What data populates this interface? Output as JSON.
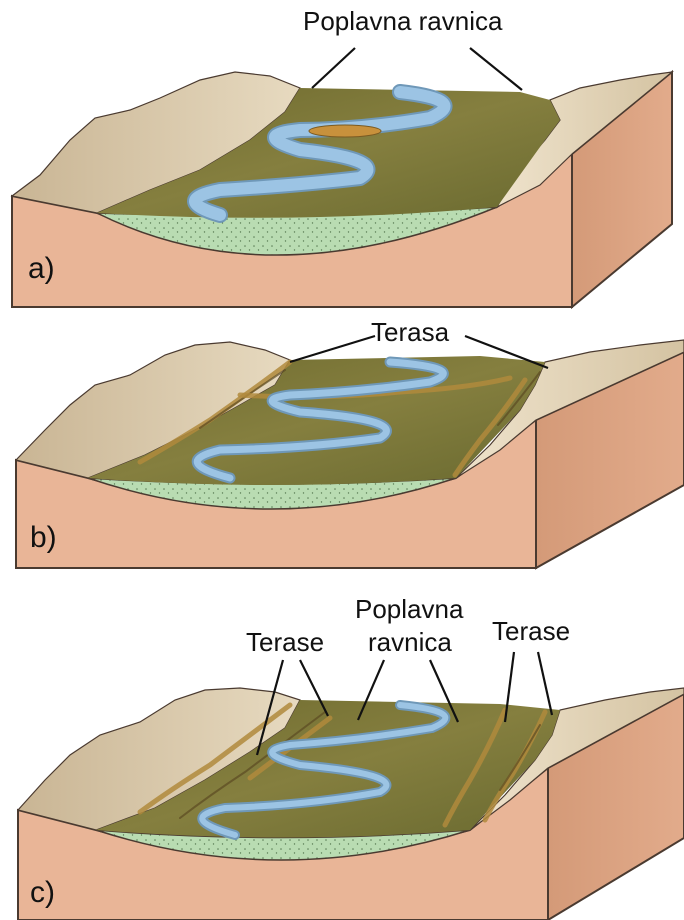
{
  "panels": [
    {
      "label": "a)",
      "callouts": [
        "Poplavna ravnica"
      ]
    },
    {
      "label": "b)",
      "callouts": [
        "Terasa"
      ]
    },
    {
      "label": "c)",
      "callouts": [
        "Terase",
        "Poplavna",
        "ravnica",
        "Terase"
      ]
    }
  ],
  "colors": {
    "block_side": "#e9b597",
    "block_edge": "#4a3a30",
    "floodplain": "#7d7a3a",
    "valley_fill": "#b9dcb2",
    "river": "#9cc4e4",
    "mountains": "#dcc9a6",
    "terrace_scarp": "#b08a3c"
  }
}
